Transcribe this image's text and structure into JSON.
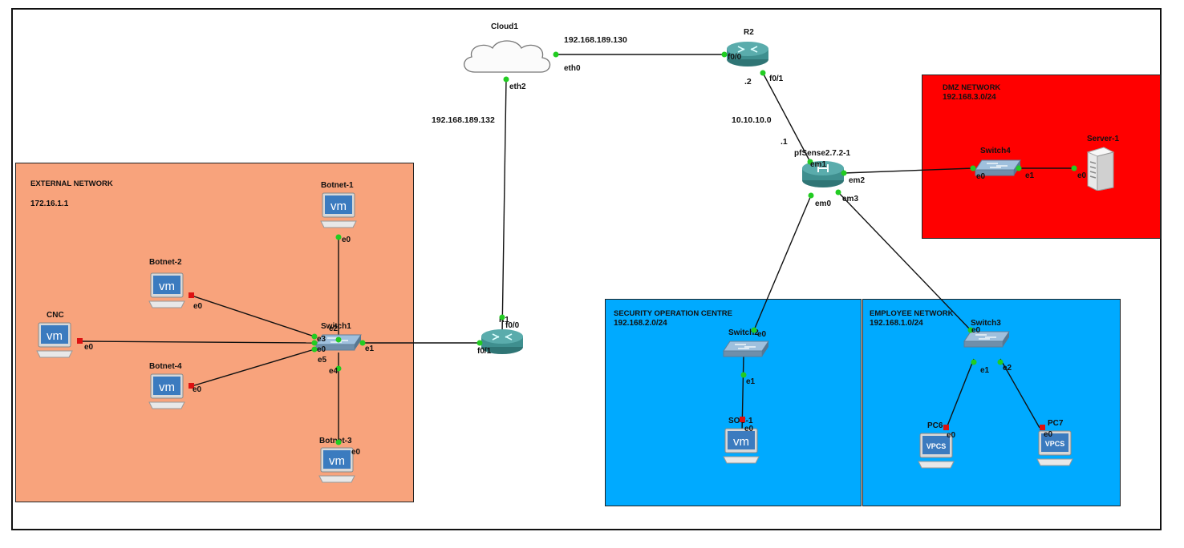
{
  "zones": {
    "external": {
      "title": "EXTERNAL NETWORK",
      "subnet": "172.16.1.1",
      "color": "#f8a37c"
    },
    "dmz": {
      "title": "DMZ NETWORK",
      "subnet": "192.168.3.0/24",
      "color": "#ff0000"
    },
    "soc": {
      "title": "SECURITY OPERATION CENTRE",
      "subnet": "192.168.2.0/24",
      "color": "#00aaff"
    },
    "employee": {
      "title": "EMPLOYEE NETWORK",
      "subnet": "192.168.1.0/24",
      "color": "#00aaff"
    }
  },
  "nodes": {
    "cloud1": "Cloud1",
    "r2": "R2",
    "r1": "R1",
    "pfsense": "pfSense2.7.2-1",
    "switch1": "Switch1",
    "switch2": "Switch2",
    "switch3": "Switch3",
    "switch4": "Switch4",
    "botnet1": "Botnet-1",
    "botnet2": "Botnet-2",
    "botnet3": "Botnet-3",
    "botnet4": "Botnet-4",
    "cnc": "CNC",
    "soc1": "SOC-1",
    "server1": "Server-1",
    "pc6": "PC6",
    "pc7": "PC7"
  },
  "ip_labels": {
    "cloud_r2": "192.168.189.130",
    "cloud_r1": "192.168.189.132",
    "r2_pf_net": "10.10.10.0",
    "r2_side": ".2",
    "pf_side": ".1"
  },
  "ports": {
    "cloud_eth0": "eth0",
    "cloud_eth2": "eth2",
    "r2_f00": "f0/0",
    "r2_f01": "f0/1",
    "pf_em1": "em1",
    "pf_em2": "em2",
    "pf_em0": "em0",
    "pf_em3": "em3",
    "sw4_e0": "e0",
    "sw4_e1": "e1",
    "server_e0": "e0",
    "r1_f00": "f0/0",
    "r1_f01": "f0/1",
    "sw1_e1": "e1",
    "sw1_e2": "e2",
    "sw1_e3": "e3",
    "sw1_e0": "e0",
    "sw1_e5": "e5",
    "sw1_e4": "e4",
    "b1_e0": "e0",
    "b2_e0": "e0",
    "b4_e0": "e0",
    "b3_e0": "e0",
    "cnc_e0": "e0",
    "sw2_e0": "e0",
    "sw2_e1": "e1",
    "soc_e0": "e0",
    "sw3_e0": "e0",
    "sw3_e1": "e1",
    "sw3_e2": "e2",
    "pc6_e0": "e0",
    "pc7_e0": "e0"
  },
  "icons": {
    "vm_text": "vm",
    "vpcs_text": "VPCS",
    "pf_glyph": "⊢⊣"
  },
  "colors": {
    "router": "#3f8f8f",
    "switch": "#7fa6c7",
    "port_up": "#22cc22",
    "port_down": "#dd1111",
    "vm_blue": "#3b7bbf"
  }
}
